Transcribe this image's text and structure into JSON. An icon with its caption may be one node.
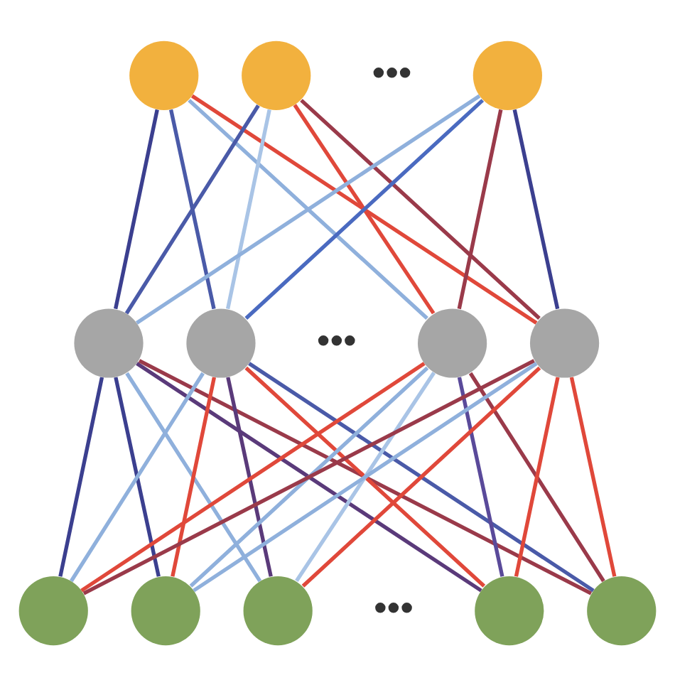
{
  "diagram": {
    "nodes": [
      {
        "text": [],
        "shape": "circle"
      },
      {
        "text": [],
        "shape": "circle"
      },
      {
        "text": [],
        "shape": "circle"
      },
      {
        "text": [],
        "shape": "circle"
      },
      {
        "text": [],
        "shape": "circle"
      },
      {
        "text": [],
        "shape": "circle"
      },
      {
        "text": [],
        "shape": "circle"
      },
      {
        "text": [],
        "shape": "circle"
      },
      {
        "text": [],
        "shape": "circle"
      },
      {
        "text": [],
        "shape": "circle"
      },
      {
        "text": [],
        "shape": "circle"
      },
      {
        "text": [],
        "shape": "circle"
      }
    ],
    "edges": [
      {
        "from": 0,
        "to": 3,
        "arrow": "none",
        "color": "#3b3f8f"
      },
      {
        "from": 0,
        "to": 4,
        "arrow": "none",
        "color": "#4a5aa8"
      },
      {
        "from": 0,
        "to": 5,
        "arrow": "none",
        "color": "#8fb0dc"
      },
      {
        "from": 0,
        "to": 6,
        "arrow": "none",
        "color": "#e0483a"
      },
      {
        "from": 1,
        "to": 3,
        "arrow": "none",
        "color": "#4a5aa8"
      },
      {
        "from": 1,
        "to": 4,
        "arrow": "none",
        "color": "#a9c4e6"
      },
      {
        "from": 1,
        "to": 5,
        "arrow": "none",
        "color": "#e0483a"
      },
      {
        "from": 1,
        "to": 6,
        "arrow": "none",
        "color": "#9a3a4a"
      },
      {
        "from": 2,
        "to": 3,
        "arrow": "none",
        "color": "#8fb0dc"
      },
      {
        "from": 2,
        "to": 4,
        "arrow": "none",
        "color": "#4a6ac0"
      },
      {
        "from": 2,
        "to": 5,
        "arrow": "none",
        "color": "#9a3a4a"
      },
      {
        "from": 2,
        "to": 6,
        "arrow": "none",
        "color": "#3b3f8f"
      },
      {
        "from": 3,
        "to": 7,
        "arrow": "none",
        "color": "#3b3f8f"
      },
      {
        "from": 3,
        "to": 8,
        "arrow": "none",
        "color": "#3b3f8f"
      },
      {
        "from": 3,
        "to": 9,
        "arrow": "none",
        "color": "#8fb0dc"
      },
      {
        "from": 3,
        "to": 10,
        "arrow": "none",
        "color": "#5a3a7a"
      },
      {
        "from": 3,
        "to": 11,
        "arrow": "none",
        "color": "#9a3a4a"
      },
      {
        "from": 4,
        "to": 7,
        "arrow": "none",
        "color": "#8fb0dc"
      },
      {
        "from": 4,
        "to": 8,
        "arrow": "none",
        "color": "#e0483a"
      },
      {
        "from": 4,
        "to": 9,
        "arrow": "none",
        "color": "#5a3a7a"
      },
      {
        "from": 4,
        "to": 10,
        "arrow": "none",
        "color": "#e0483a"
      },
      {
        "from": 4,
        "to": 11,
        "arrow": "none",
        "color": "#4a5aa8"
      },
      {
        "from": 5,
        "to": 7,
        "arrow": "none",
        "color": "#e0483a"
      },
      {
        "from": 5,
        "to": 8,
        "arrow": "none",
        "color": "#8fb0dc"
      },
      {
        "from": 5,
        "to": 9,
        "arrow": "none",
        "color": "#a9c4e6"
      },
      {
        "from": 5,
        "to": 10,
        "arrow": "none",
        "color": "#5a4a9a"
      },
      {
        "from": 5,
        "to": 11,
        "arrow": "none",
        "color": "#9a3a4a"
      },
      {
        "from": 6,
        "to": 7,
        "arrow": "none",
        "color": "#9a3a4a"
      },
      {
        "from": 6,
        "to": 8,
        "arrow": "none",
        "color": "#8fb0dc"
      },
      {
        "from": 6,
        "to": 9,
        "arrow": "none",
        "color": "#e0483a"
      },
      {
        "from": 6,
        "to": 10,
        "arrow": "none",
        "color": "#e0483a"
      },
      {
        "from": 6,
        "to": 11,
        "arrow": "none",
        "color": "#e0483a"
      }
    ],
    "labels": [
      "•••",
      "•••",
      "•••"
    ]
  }
}
